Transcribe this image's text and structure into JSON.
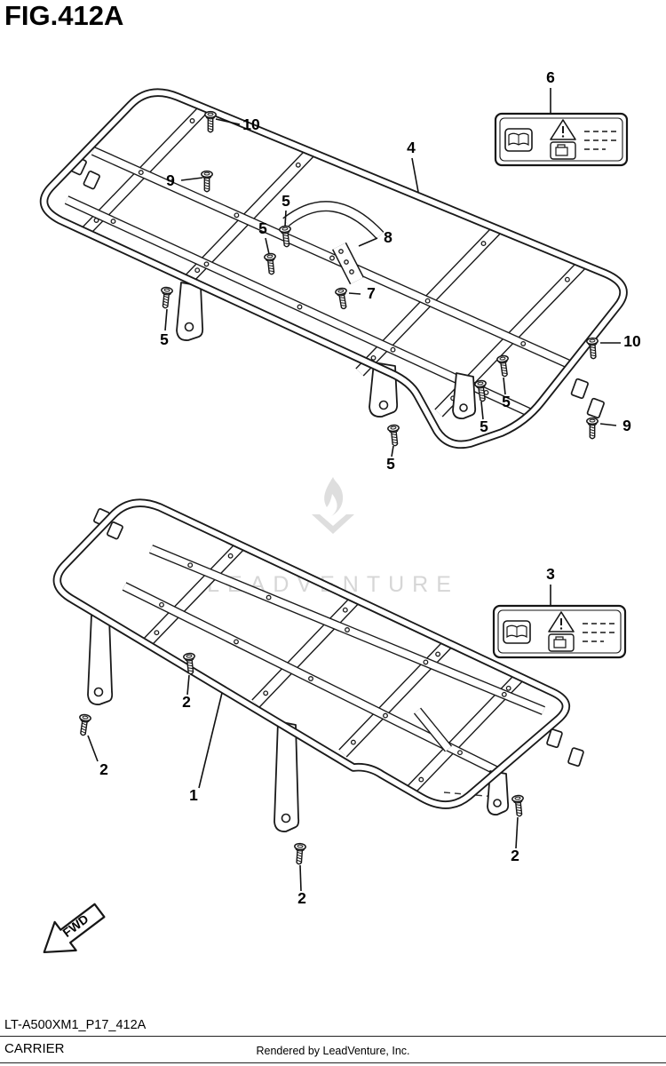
{
  "figure": {
    "title": "FIG.412A",
    "doc_code": "LT-A500XM1_P17_412A",
    "part_title": "CARRIER",
    "credit": "Rendered by LeadVenture, Inc.",
    "fwd": "FWD"
  },
  "watermark": {
    "text": "LEADVENTURE"
  },
  "callouts_top": [
    {
      "label": "10"
    },
    {
      "label": "9"
    },
    {
      "label": "4"
    },
    {
      "label": "6"
    },
    {
      "label": "5"
    },
    {
      "label": "5"
    },
    {
      "label": "8"
    },
    {
      "label": "7"
    },
    {
      "label": "5"
    },
    {
      "label": "10"
    },
    {
      "label": "5"
    },
    {
      "label": "5"
    },
    {
      "label": "9"
    },
    {
      "label": "5"
    }
  ],
  "callouts_bottom": [
    {
      "label": "3"
    },
    {
      "label": "2"
    },
    {
      "label": "2"
    },
    {
      "label": "1"
    },
    {
      "label": "2"
    },
    {
      "label": "2"
    }
  ]
}
